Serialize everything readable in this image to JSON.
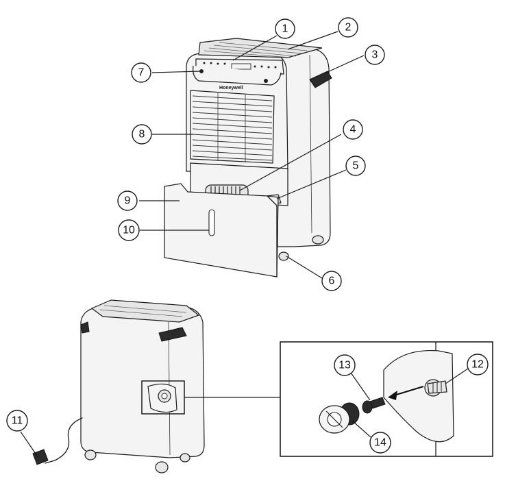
{
  "figure": {
    "brand_logo": "Honeywell",
    "callouts": [
      {
        "id": "c1",
        "label": "1"
      },
      {
        "id": "c2",
        "label": "2"
      },
      {
        "id": "c3",
        "label": "3"
      },
      {
        "id": "c4",
        "label": "4"
      },
      {
        "id": "c5",
        "label": "5"
      },
      {
        "id": "c6",
        "label": "6"
      },
      {
        "id": "c7",
        "label": "7"
      },
      {
        "id": "c8",
        "label": "8"
      },
      {
        "id": "c9",
        "label": "9"
      },
      {
        "id": "c10",
        "label": "10"
      },
      {
        "id": "c11",
        "label": "11"
      },
      {
        "id": "c12",
        "label": "12"
      },
      {
        "id": "c13",
        "label": "13"
      },
      {
        "id": "c14",
        "label": "14"
      }
    ]
  }
}
